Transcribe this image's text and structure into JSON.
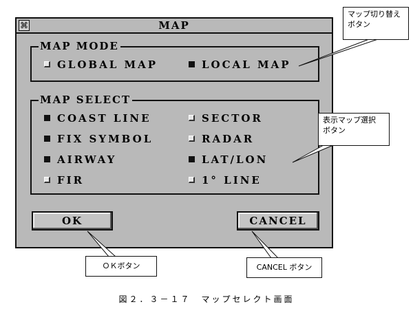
{
  "window": {
    "title": "MAP",
    "sysmenu_glyph": "⌘"
  },
  "map_mode": {
    "label": "MAP MODE",
    "options": [
      {
        "label": "GLOBAL MAP",
        "checked": false
      },
      {
        "label": "LOCAL MAP",
        "checked": true
      }
    ]
  },
  "map_select": {
    "label": "MAP SELECT",
    "options": [
      {
        "label": "COAST LINE",
        "checked": true
      },
      {
        "label": "FIX SYMBOL",
        "checked": true
      },
      {
        "label": "AIRWAY",
        "checked": true
      },
      {
        "label": "FIR",
        "checked": false
      },
      {
        "label": "SECTOR",
        "checked": false
      },
      {
        "label": "RADAR",
        "checked": false
      },
      {
        "label": "LAT/LON",
        "checked": true
      },
      {
        "label": "1° LINE",
        "checked": false
      }
    ]
  },
  "buttons": {
    "ok": "OK",
    "cancel": "CANCEL"
  },
  "callouts": {
    "map_switch_line1": "マップ切り替え",
    "map_switch_line2": "ボタン",
    "map_select_line1": "表示マップ選択",
    "map_select_line2": "ボタン",
    "ok_button": "ＯＫボタン",
    "cancel_button": "CANCEL ボタン"
  },
  "caption": "図２．３－１７　マップセレクト画面"
}
